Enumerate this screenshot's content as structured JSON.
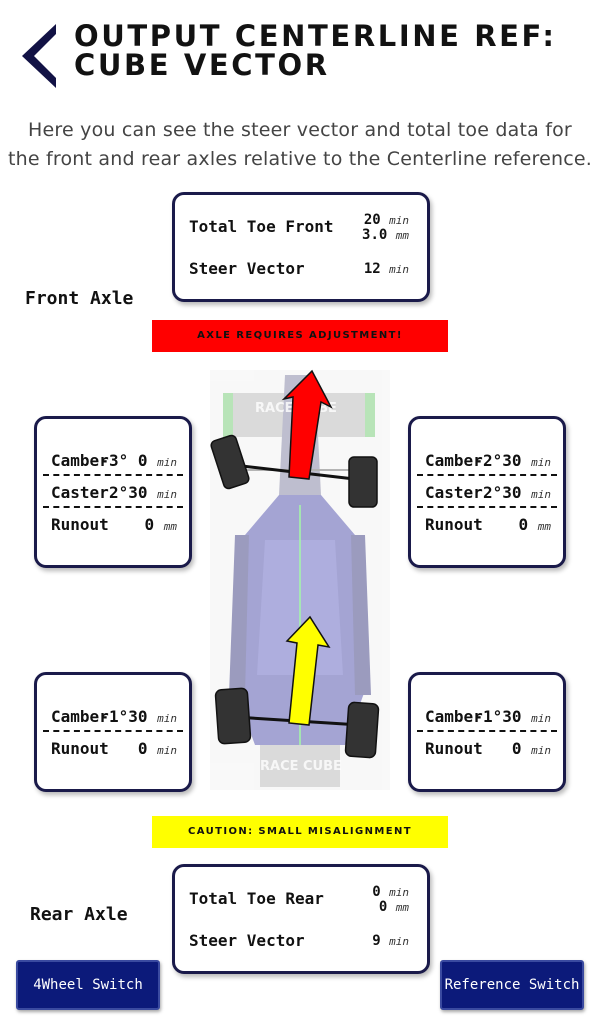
{
  "header": {
    "title_line1": "OUTPUT CENTERLINE REF:",
    "title_line2": "CUBE VECTOR",
    "intro_line1": "Here you can see the steer vector and total  toe data for",
    "intro_line2": "the front and rear axles relative to the Centerline reference."
  },
  "front_axle": {
    "label": "Front Axle",
    "total_toe_label": "Total Toe Front",
    "total_toe_min": "20",
    "total_toe_min_unit": "min",
    "total_toe_mm": "3.0",
    "total_toe_mm_unit": "mm",
    "steer_vector_label": "Steer Vector",
    "steer_vector_value": "12",
    "steer_vector_unit": "min",
    "status": "AXLE REQUIRES ADJUSTMENT!",
    "status_color": "#ff0000",
    "arrow_color": "#ff0000"
  },
  "rear_axle": {
    "label": "Rear Axle",
    "total_toe_label": "Total Toe Rear",
    "total_toe_min": "0",
    "total_toe_min_unit": "min",
    "total_toe_mm": "0",
    "total_toe_mm_unit": "mm",
    "steer_vector_label": "Steer Vector",
    "steer_vector_value": "9",
    "steer_vector_unit": "min",
    "status": "CAUTION: SMALL MISALIGNMENT",
    "status_color": "#ffff00",
    "arrow_color": "#ffff00"
  },
  "wheels": {
    "front_left": {
      "camber_label": "Camber",
      "camber_value": "-3° 0",
      "camber_unit": "min",
      "caster_label": "Caster",
      "caster_value": "2°30",
      "caster_unit": "min",
      "runout_label": "Runout",
      "runout_value": "0",
      "runout_unit": "mm"
    },
    "front_right": {
      "camber_label": "Camber",
      "camber_value": "-2°30",
      "camber_unit": "min",
      "caster_label": "Caster",
      "caster_value": "2°30",
      "caster_unit": "min",
      "runout_label": "Runout",
      "runout_value": "0",
      "runout_unit": "mm"
    },
    "rear_left": {
      "camber_label": "Camber",
      "camber_value": "-1°30",
      "camber_unit": "min",
      "runout_label": "Runout",
      "runout_value": "0",
      "runout_unit": "min"
    },
    "rear_right": {
      "camber_label": "Camber",
      "camber_value": "-1°30",
      "camber_unit": "min",
      "runout_label": "Runout",
      "runout_value": "0",
      "runout_unit": "min"
    }
  },
  "car": {
    "wing_text_top": "RACE CUBE",
    "wing_text_bottom": "RACE CUBE"
  },
  "buttons": {
    "four_wheel_switch": "4Wheel Switch",
    "reference_switch": "Reference Switch"
  },
  "colors": {
    "accent": "#121245",
    "button_bg": "#0c1a7a"
  }
}
